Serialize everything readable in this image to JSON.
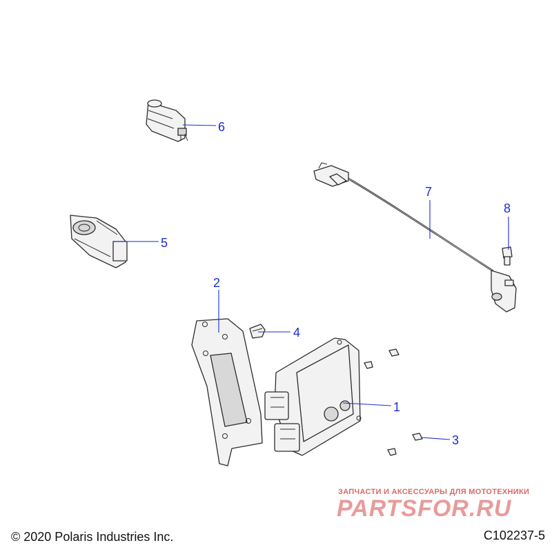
{
  "callouts": [
    {
      "id": "1",
      "label": "1"
    },
    {
      "id": "2",
      "label": "2"
    },
    {
      "id": "3",
      "label": "3"
    },
    {
      "id": "4",
      "label": "4"
    },
    {
      "id": "5",
      "label": "5"
    },
    {
      "id": "6",
      "label": "6"
    },
    {
      "id": "7",
      "label": "7"
    },
    {
      "id": "8",
      "label": "8"
    }
  ],
  "footer": {
    "copyright": "© 2020 Polaris Industries Inc.",
    "figure_code": "C102237-5"
  },
  "watermark": {
    "tagline": "ЗАПЧАСТИ И АКСЕССУАРЫ ДЛЯ МОТОТЕХНИКИ",
    "logo": "PARTSFOR.RU"
  },
  "colors": {
    "callout": "#1a2bd6",
    "watermark": "#d84848"
  }
}
